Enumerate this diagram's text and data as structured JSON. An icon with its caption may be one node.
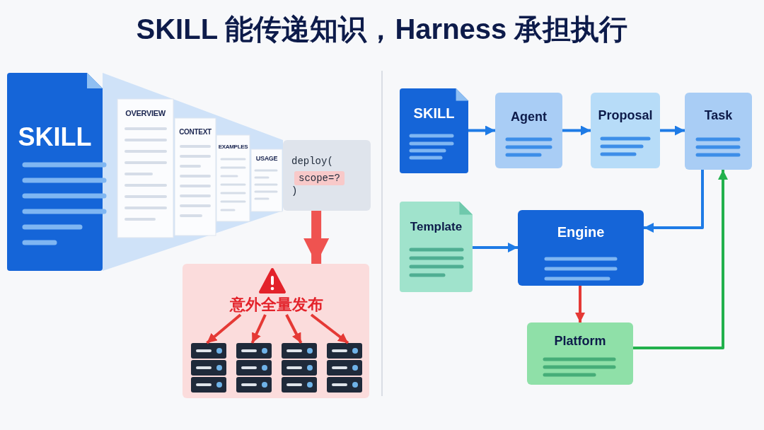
{
  "diagram": {
    "title": "SKILL 能传递知识，Harness 承担执行",
    "nodes": [
      {
        "text": [
          "SKILL"
        ]
      },
      {
        "text": [
          "OVERVIEW"
        ]
      },
      {
        "text": [
          "CONTEXT"
        ]
      },
      {
        "text": [
          "EXAMPLES"
        ]
      },
      {
        "text": [
          "USAGE"
        ]
      },
      {
        "text": [
          "deploy(",
          "scope=?",
          ")"
        ]
      },
      {
        "text": [],
        "shape": "box"
      },
      {
        "text": [
          "意外全量发布"
        ],
        "in": 6
      },
      {
        "text": [],
        "shape": "server",
        "in": 6
      },
      {
        "text": [],
        "shape": "server",
        "in": 6
      },
      {
        "text": [],
        "shape": "server",
        "in": 6
      },
      {
        "text": [],
        "shape": "server",
        "in": 6
      },
      {
        "text": [
          "SKILL"
        ]
      },
      {
        "text": [
          "Agent"
        ]
      },
      {
        "text": [
          "Proposal"
        ]
      },
      {
        "text": [
          "Task"
        ]
      },
      {
        "text": [
          "Template"
        ]
      },
      {
        "text": [
          "Engine"
        ]
      },
      {
        "text": [
          "Platform"
        ]
      }
    ],
    "edges": [
      {
        "from": 5,
        "to": 6,
        "arrow": "to",
        "style": "thick",
        "color": "#ef5350"
      },
      {
        "from": 7,
        "to": 8,
        "arrow": "to",
        "color": "#e53935"
      },
      {
        "from": 7,
        "to": 9,
        "arrow": "to",
        "color": "#e53935"
      },
      {
        "from": 7,
        "to": 10,
        "arrow": "to",
        "color": "#e53935"
      },
      {
        "from": 7,
        "to": 11,
        "arrow": "to",
        "color": "#e53935"
      },
      {
        "from": 12,
        "to": 13,
        "arrow": "to",
        "color": "#1e7be6"
      },
      {
        "from": 13,
        "to": 14,
        "arrow": "to",
        "color": "#1e7be6"
      },
      {
        "from": 14,
        "to": 15,
        "arrow": "to",
        "color": "#1e7be6"
      },
      {
        "from": 15,
        "to": 17,
        "arrow": "to",
        "color": "#1e7be6"
      },
      {
        "from": 16,
        "to": 17,
        "arrow": "to",
        "color": "#1e7be6"
      },
      {
        "from": 17,
        "to": 18,
        "arrow": "to",
        "color": "#e53935"
      },
      {
        "from": 18,
        "to": 15,
        "arrow": "to",
        "color": "#22b14c"
      }
    ]
  }
}
